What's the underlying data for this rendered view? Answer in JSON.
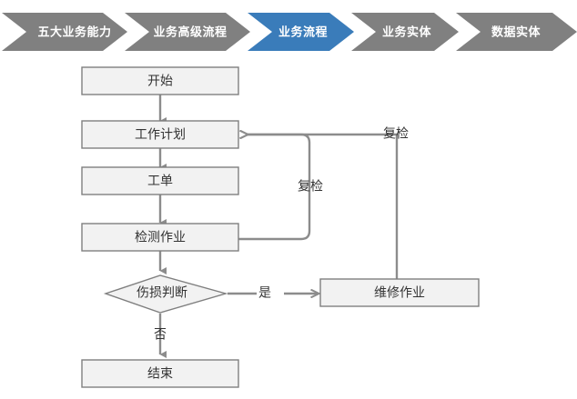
{
  "breadcrumb": {
    "active_index": 2,
    "active_color": "#3a7cba",
    "inactive_color": "#808080",
    "label_color": "#ffffff",
    "items": [
      {
        "label": "五大业务能力",
        "state": "inactive"
      },
      {
        "label": "业务高级流程",
        "state": "inactive"
      },
      {
        "label": "业务流程",
        "state": "active"
      },
      {
        "label": "业务实体",
        "state": "inactive"
      },
      {
        "label": "数据实体",
        "state": "inactive"
      }
    ]
  },
  "flowchart": {
    "node_fill": "#f2f2f2",
    "node_stroke": "#7f7f7f",
    "edge_color": "#8c8c8c",
    "nodes": [
      {
        "id": "start",
        "shape": "rect",
        "label": "开始"
      },
      {
        "id": "work-plan",
        "shape": "rect",
        "label": "工作计划"
      },
      {
        "id": "work-order",
        "shape": "rect",
        "label": "工单"
      },
      {
        "id": "inspect",
        "shape": "rect",
        "label": "检测作业"
      },
      {
        "id": "decision",
        "shape": "diamond",
        "label": "伤损判断"
      },
      {
        "id": "repair",
        "shape": "rect",
        "label": "维修作业"
      },
      {
        "id": "end",
        "shape": "rect",
        "label": "结束"
      }
    ],
    "edge_labels": [
      {
        "id": "yes",
        "label": "是"
      },
      {
        "id": "no",
        "label": "否"
      },
      {
        "id": "recheck-1",
        "label": "复检"
      },
      {
        "id": "recheck-2",
        "label": "复检"
      }
    ]
  }
}
